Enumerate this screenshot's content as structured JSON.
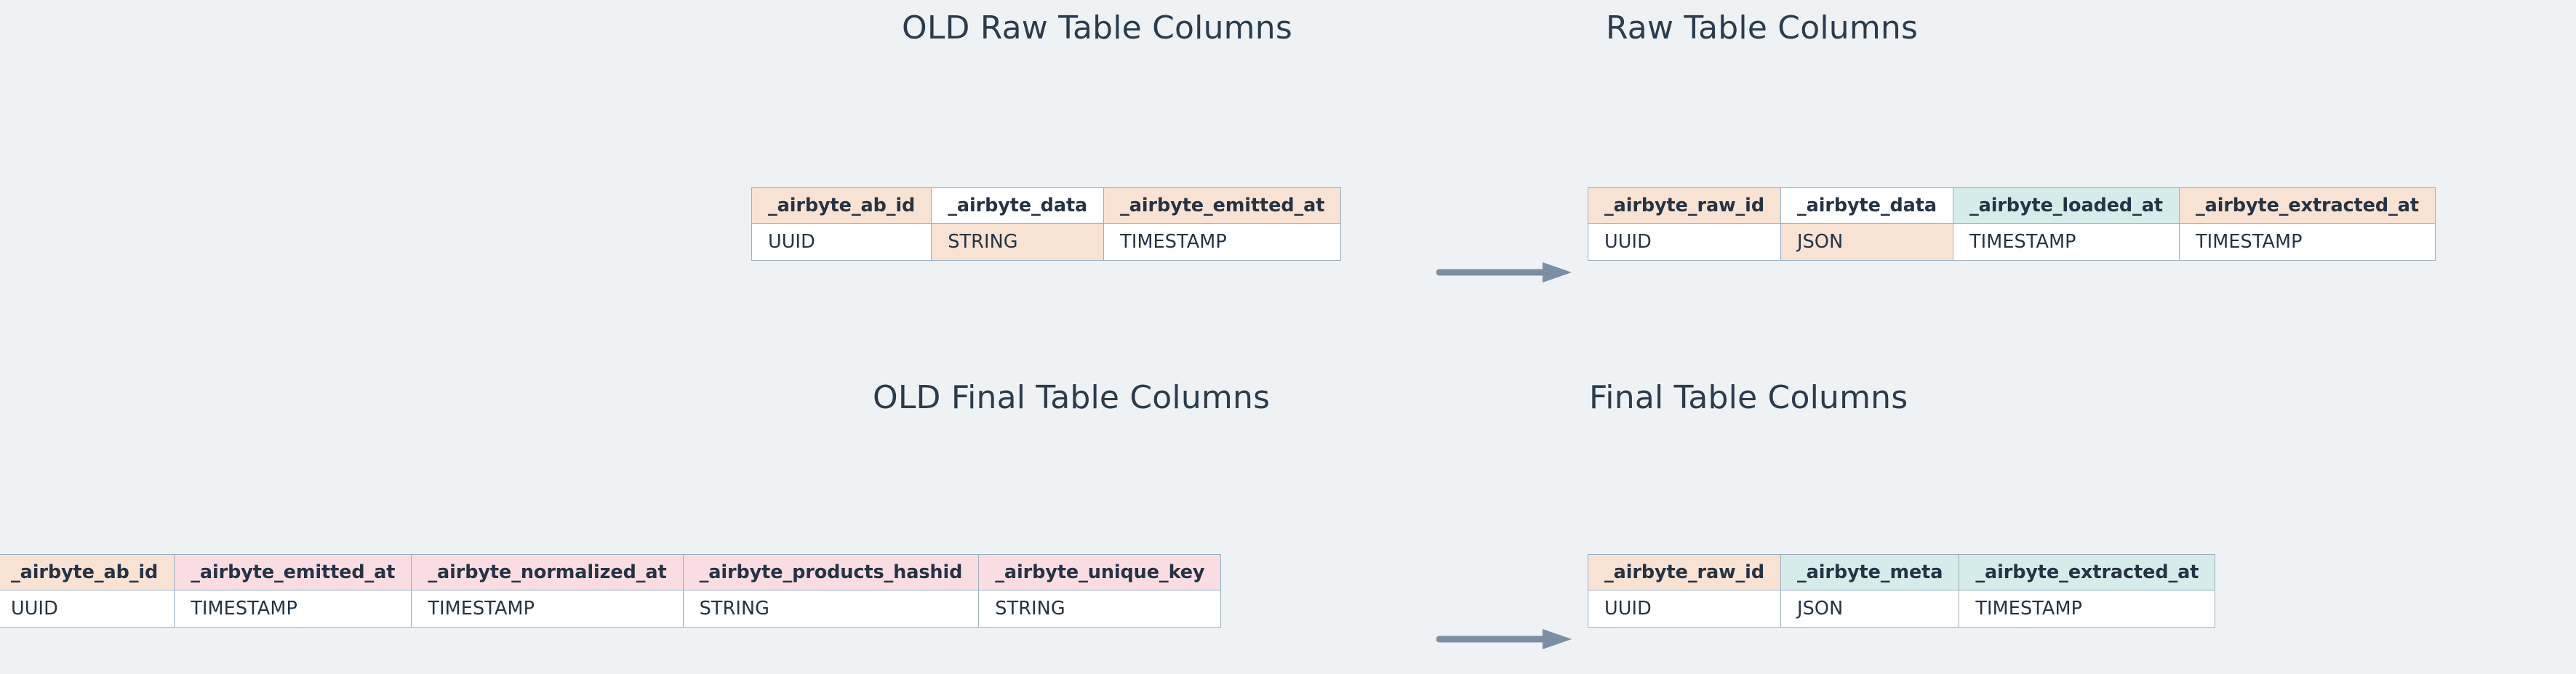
{
  "canvas": {
    "background_color": "#eff2f5",
    "border_color": "#9aafc0",
    "text_color": "#253344",
    "title_color": "#2b3c4c",
    "arrow_color": "#7a8fa3"
  },
  "palette": {
    "peach": "#f8e2d4",
    "mint": "#d5ecea",
    "pink": "#f9dde3",
    "white": "#ffffff"
  },
  "sections": {
    "old_raw_title": "OLD Raw Table Columns",
    "new_raw_title": "Raw Table Columns",
    "old_final_title": "OLD Final Table Columns",
    "new_final_title": "Final Table Columns"
  },
  "tables": {
    "old_raw": {
      "columns": [
        {
          "name": "_airbyte_ab_id",
          "type": "UUID",
          "header_fill": "peach",
          "type_fill": "white"
        },
        {
          "name": "_airbyte_data",
          "type": "STRING",
          "header_fill": "white",
          "type_fill": "peach"
        },
        {
          "name": "_airbyte_emitted_at",
          "type": "TIMESTAMP",
          "header_fill": "peach",
          "type_fill": "white"
        }
      ]
    },
    "new_raw": {
      "columns": [
        {
          "name": "_airbyte_raw_id",
          "type": "UUID",
          "header_fill": "peach",
          "type_fill": "white"
        },
        {
          "name": "_airbyte_data",
          "type": "JSON",
          "header_fill": "white",
          "type_fill": "peach"
        },
        {
          "name": "_airbyte_loaded_at",
          "type": "TIMESTAMP",
          "header_fill": "mint",
          "type_fill": "white"
        },
        {
          "name": "_airbyte_extracted_at",
          "type": "TIMESTAMP",
          "header_fill": "peach",
          "type_fill": "white"
        }
      ]
    },
    "old_final": {
      "columns": [
        {
          "name": "_airbyte_ab_id",
          "type": "UUID",
          "header_fill": "peach",
          "type_fill": "white"
        },
        {
          "name": "_airbyte_emitted_at",
          "type": "TIMESTAMP",
          "header_fill": "pink",
          "type_fill": "white"
        },
        {
          "name": "_airbyte_normalized_at",
          "type": "TIMESTAMP",
          "header_fill": "pink",
          "type_fill": "white"
        },
        {
          "name": "_airbyte_products_hashid",
          "type": "STRING",
          "header_fill": "pink",
          "type_fill": "white"
        },
        {
          "name": "_airbyte_unique_key",
          "type": "STRING",
          "header_fill": "pink",
          "type_fill": "white"
        }
      ]
    },
    "new_final": {
      "columns": [
        {
          "name": "_airbyte_raw_id",
          "type": "UUID",
          "header_fill": "peach",
          "type_fill": "white"
        },
        {
          "name": "_airbyte_meta",
          "type": "JSON",
          "header_fill": "mint",
          "type_fill": "white"
        },
        {
          "name": "_airbyte_extracted_at",
          "type": "TIMESTAMP",
          "header_fill": "mint",
          "type_fill": "white"
        }
      ]
    }
  },
  "arrows": {
    "raw_label": "transforms-to",
    "final_label": "transforms-to"
  }
}
